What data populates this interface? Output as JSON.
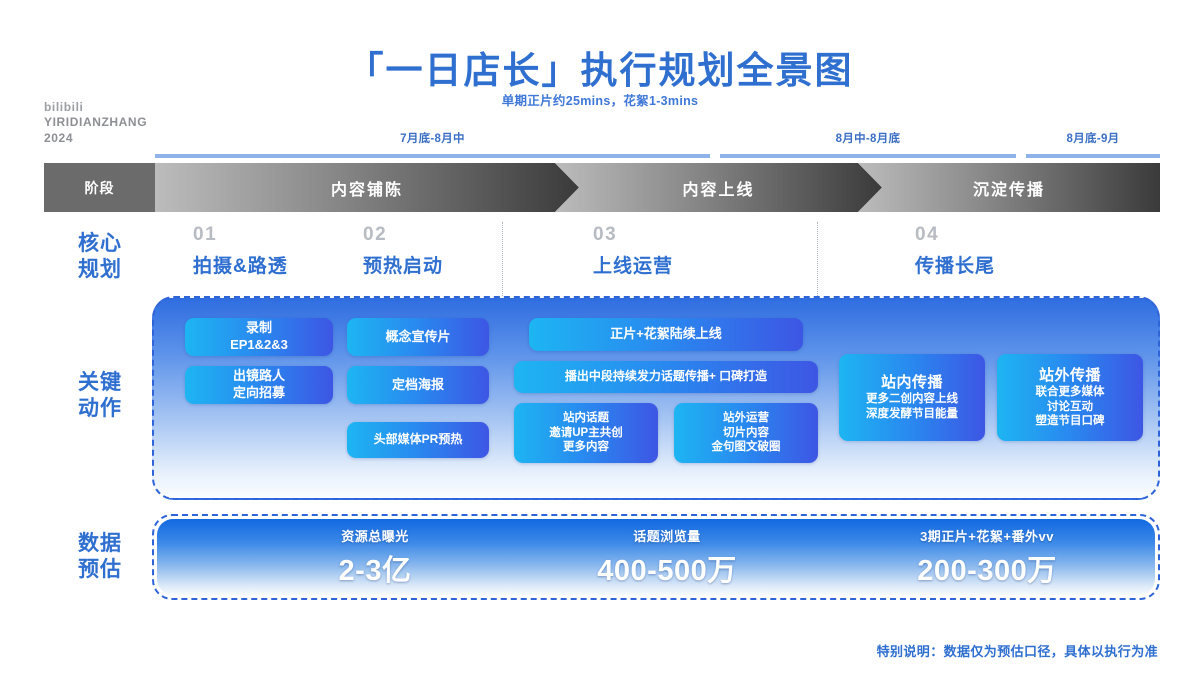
{
  "brand": {
    "line1": "bilibili",
    "line2": "YIRIDIANZHANG",
    "line3": "2024"
  },
  "header": {
    "title": "「一日店长」执行规划全景图",
    "subtitle": "单期正片约25mins，花絮1-3mins"
  },
  "timeline": {
    "segments": [
      {
        "label": "7月底-8月中"
      },
      {
        "label": "8月中-8月底"
      },
      {
        "label": "8月底-9月"
      }
    ]
  },
  "phase": {
    "label": "阶段",
    "stages": [
      {
        "name": "内容铺陈"
      },
      {
        "name": "内容上线"
      },
      {
        "name": "沉淀传播"
      }
    ]
  },
  "rows": {
    "core_label": "核心\n规划",
    "core_label_l1": "核心",
    "core_label_l2": "规划",
    "actions_label_l1": "关键",
    "actions_label_l2": "动作",
    "data_label_l1": "数据",
    "data_label_l2": "预估"
  },
  "core_planning": [
    {
      "num": "01",
      "name": "拍摄&路透"
    },
    {
      "num": "02",
      "name": "预热启动"
    },
    {
      "num": "03",
      "name": "上线运营"
    },
    {
      "num": "04",
      "name": "传播长尾"
    }
  ],
  "key_actions": {
    "col1": [
      {
        "l1": "录制",
        "l2": "EP1&2&3"
      },
      {
        "l1": "出镜路人",
        "l2": "定向招募"
      }
    ],
    "col2": [
      {
        "l1": "概念宣传片"
      },
      {
        "l1": "定档海报"
      },
      {
        "l1": "头部媒体PR预热"
      }
    ],
    "col3_wide": [
      {
        "l1": "正片+花絮陆续上线"
      },
      {
        "l1": "播出中段持续发力话题传播+ 口碑打造"
      }
    ],
    "col3_pair": [
      {
        "l1": "站内话题",
        "l2": "邀请UP主共创",
        "l3": "更多内容"
      },
      {
        "l1": "站外运营",
        "l2": "切片内容",
        "l3": "金句图文破圈"
      }
    ],
    "col4": [
      {
        "title": "站内传播",
        "l2": "更多二创内容上线",
        "l3": "深度发酵节目能量"
      },
      {
        "title": "站外传播",
        "l2": "联合更多媒体",
        "l3": "讨论互动",
        "l4": "塑造节目口碑"
      }
    ]
  },
  "data_estimate": [
    {
      "label": "资源总曝光",
      "value": "2-3亿"
    },
    {
      "label": "话题浏览量",
      "value": "400-500万"
    },
    {
      "label": "3期正片+花絮+番外vv",
      "value": "200-300万"
    }
  ],
  "footer": {
    "note": "特别说明：数据仅为预估口径，具体以执行为准"
  },
  "colors": {
    "accent_blue": "#2f6fd0",
    "box_gradient_start": "#1db5f2",
    "box_gradient_end": "#3d56e4",
    "phase_gray_light": "#bcbcbc",
    "phase_gray_dark": "#3a3a3a",
    "phase_label_bg": "#6b6b6b",
    "timeline_rule": "#8fb2e8",
    "dashed_border": "#2f63d8",
    "num_gray": "#b7bbc2"
  }
}
